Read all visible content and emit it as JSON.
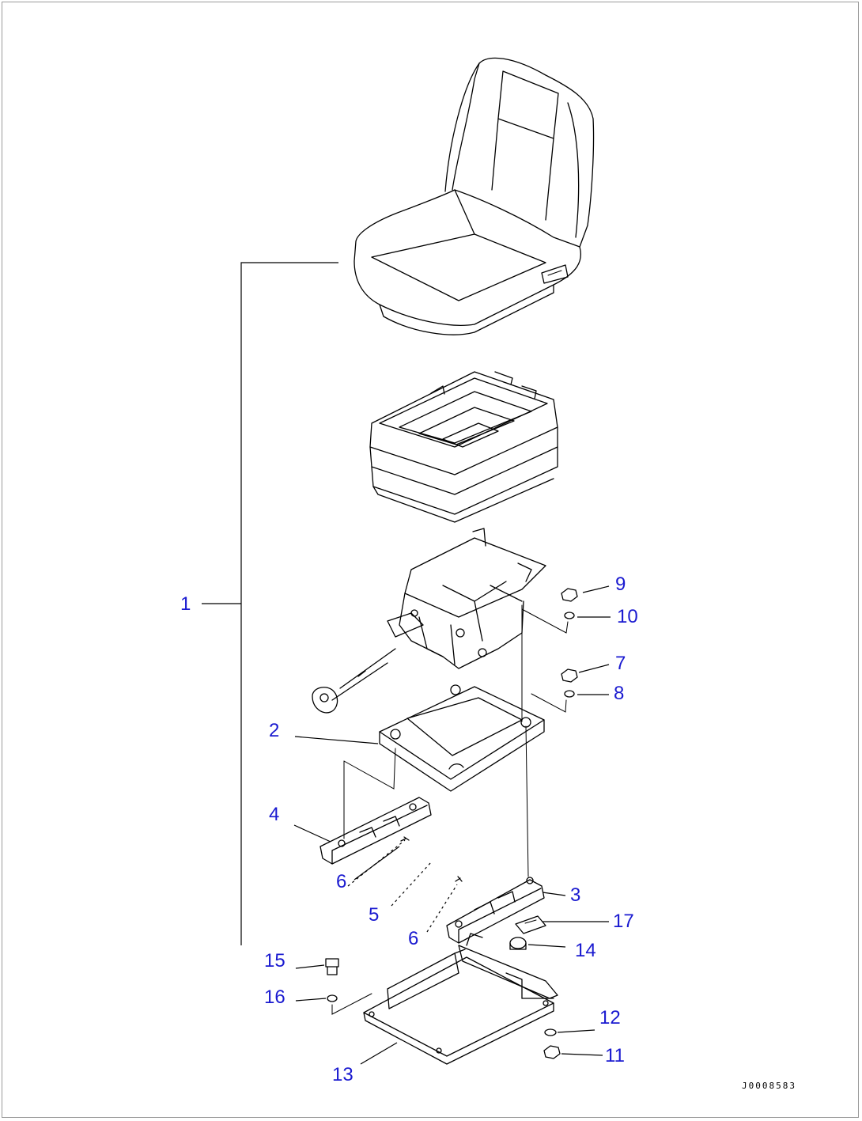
{
  "diagram": {
    "drawing_code": "J0008583",
    "callouts": [
      {
        "id": "1",
        "label": "1"
      },
      {
        "id": "2",
        "label": "2"
      },
      {
        "id": "3",
        "label": "3"
      },
      {
        "id": "4",
        "label": "4"
      },
      {
        "id": "5",
        "label": "5"
      },
      {
        "id": "6a",
        "label": "6"
      },
      {
        "id": "6b",
        "label": "6"
      },
      {
        "id": "7",
        "label": "7"
      },
      {
        "id": "8",
        "label": "8"
      },
      {
        "id": "9",
        "label": "9"
      },
      {
        "id": "10",
        "label": "10"
      },
      {
        "id": "11",
        "label": "11"
      },
      {
        "id": "12",
        "label": "12"
      },
      {
        "id": "13",
        "label": "13"
      },
      {
        "id": "14",
        "label": "14"
      },
      {
        "id": "15",
        "label": "15"
      },
      {
        "id": "16",
        "label": "16"
      },
      {
        "id": "17",
        "label": "17"
      }
    ],
    "colors": {
      "callout": "#1a1ad0",
      "line": "#000000",
      "frame": "#9a9a9a"
    }
  }
}
